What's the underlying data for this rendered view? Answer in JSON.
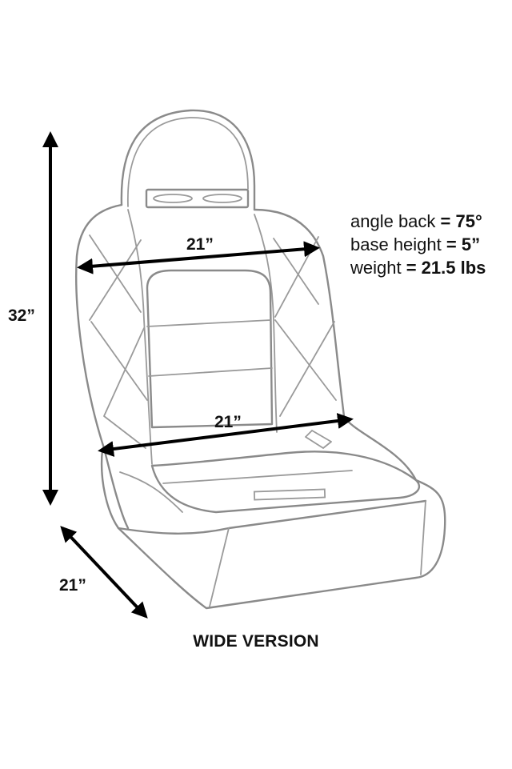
{
  "dimensions": {
    "height": "32”",
    "back_width": "21”",
    "seat_width": "21”",
    "depth": "21”"
  },
  "specs": [
    {
      "label": "angle back",
      "value": "= 75°"
    },
    {
      "label": "base height",
      "value": "= 5”"
    },
    {
      "label": "weight",
      "value": "= 21.5 lbs"
    }
  ],
  "caption": "WIDE VERSION",
  "colors": {
    "outline": "#8a8a8a",
    "arrows": "#000000",
    "background": "#ffffff"
  }
}
